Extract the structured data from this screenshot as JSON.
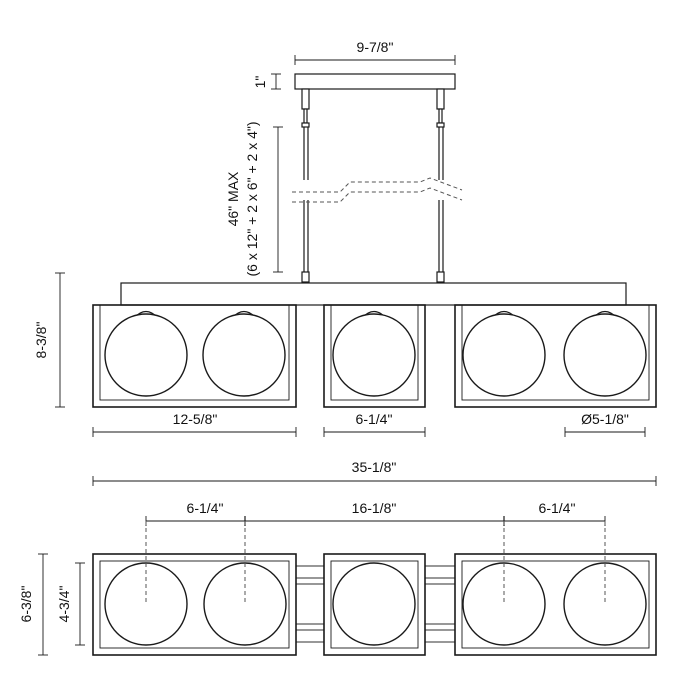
{
  "dimensions": {
    "canopy_width": "9-7/8\"",
    "canopy_height": "1\"",
    "overall_height_max": "46\" MAX",
    "rod_combo": "(6 x 12\" + 2 x 6\" + 2 x 4\")",
    "fixture_height": "8-3/8\"",
    "side_frame_width": "12-5/8\"",
    "center_frame_width": "6-1/4\"",
    "globe_diameter": "Ø5-1/8\"",
    "overall_length": "35-1/8\"",
    "top_spacing_left": "6-1/4\"",
    "top_spacing_center": "16-1/8\"",
    "top_spacing_right": "6-1/4\"",
    "top_view_depth": "6-3/8\"",
    "top_view_inner_depth": "4-3/4\""
  }
}
